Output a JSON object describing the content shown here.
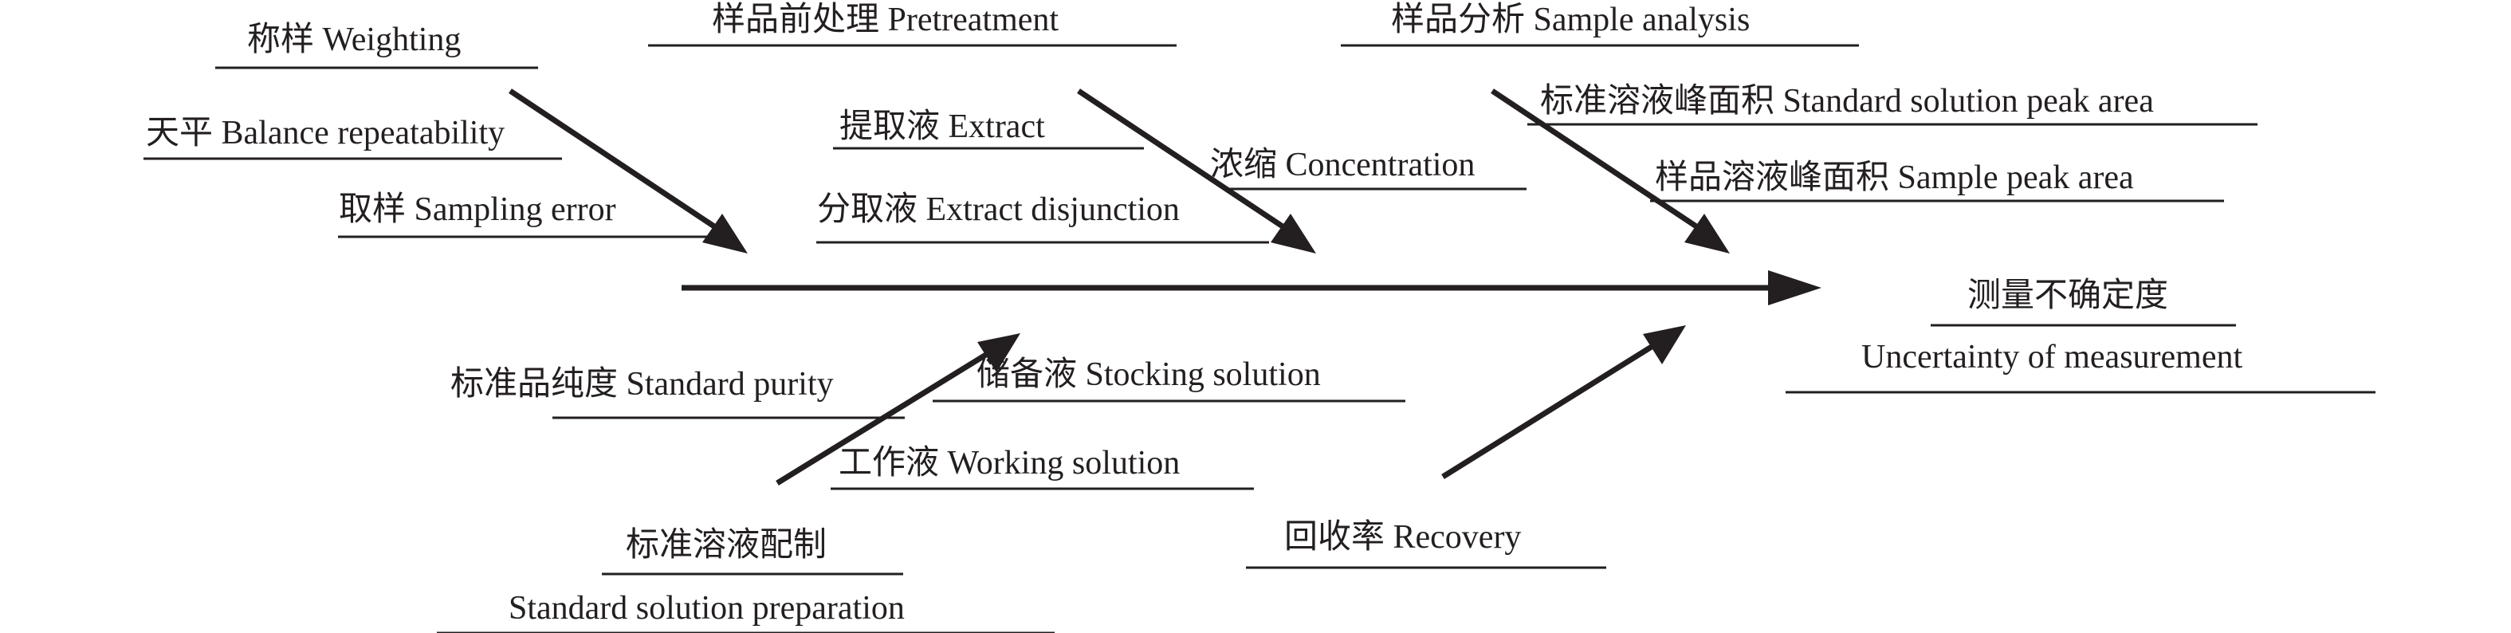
{
  "effect": {
    "title_zh": "测量不确定度",
    "title_en": "Uncertainty of measurement"
  },
  "weighing": {
    "title": "称样 Weighting",
    "causes": [
      "天平 Balance repeatability",
      "取样 Sampling error"
    ]
  },
  "pretreatment": {
    "title": "样品前处理 Pretreatment",
    "causes": [
      "提取液 Extract",
      "浓缩 Concentration",
      "分取液 Extract disjunction"
    ]
  },
  "analysis": {
    "title": "样品分析 Sample analysis",
    "causes": [
      "标准溶液峰面积 Standard solution peak area",
      "样品溶液峰面积 Sample peak area"
    ]
  },
  "standard_preparation": {
    "title_zh": "标准溶液配制",
    "title_en": "Standard solution preparation",
    "causes": [
      "标准品纯度 Standard purity",
      "储备液 Stocking solution",
      "工作液 Working solution"
    ]
  },
  "recovery": {
    "title": "回收率 Recovery"
  },
  "colors": {
    "ink": "#231f20",
    "background": "#ffffff"
  }
}
